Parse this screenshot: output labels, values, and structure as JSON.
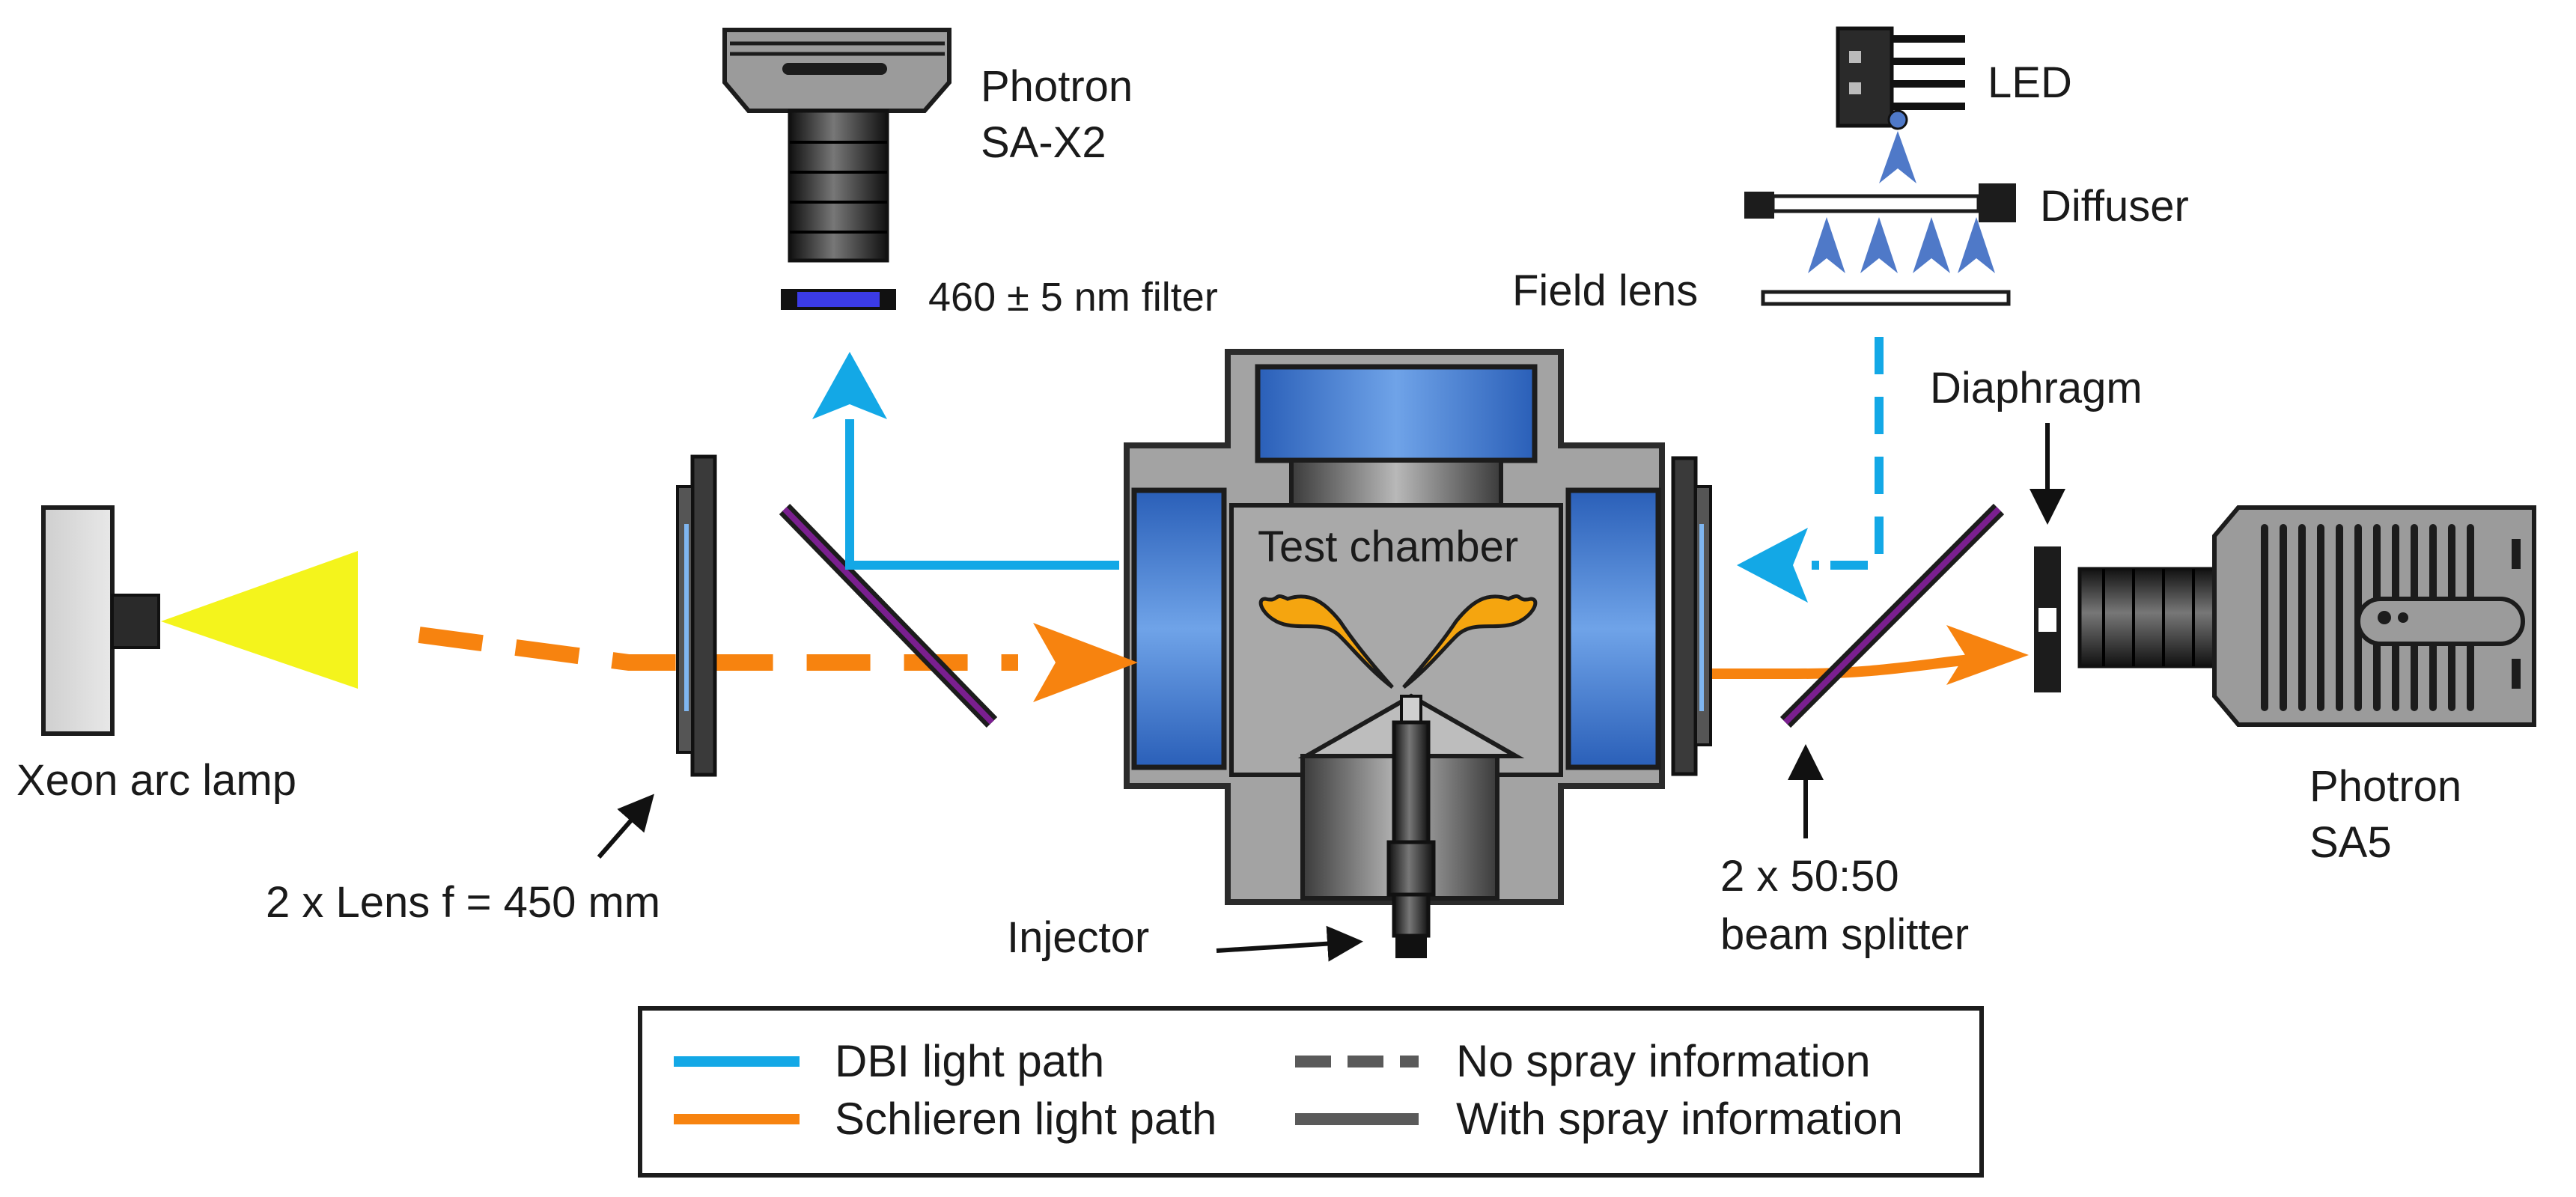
{
  "labels": {
    "photron_sax2_line1": "Photron",
    "photron_sax2_line2": "SA-X2",
    "filter": "460 ± 5 nm filter",
    "led": "LED",
    "diffuser": "Diffuser",
    "field_lens": "Field lens",
    "diaphragm": "Diaphragm",
    "test_chamber": "Test chamber",
    "xenon_lamp": "Xeon arc lamp",
    "lens": "2 x Lens f = 450 mm",
    "injector": "Injector",
    "beam_splitter_line1": "2 x 50:50",
    "beam_splitter_line2": "beam splitter",
    "photron_sa5_line1": "Photron",
    "photron_sa5_line2": "SA5"
  },
  "legend": {
    "dbi": "DBI light path",
    "schlieren": "Schlieren light path",
    "no_spray": "No spray information",
    "with_spray": "With spray information"
  },
  "colors": {
    "dbi": "#13A8E6",
    "schlieren": "#F7830F",
    "window": "#3A6FC8",
    "chamber": "#A3A3A3",
    "beam_splitter": "#7A1F8F",
    "lamp_cone": "#F4F41C",
    "filter": "#3B3BE6",
    "spray": "#F5A50F"
  }
}
